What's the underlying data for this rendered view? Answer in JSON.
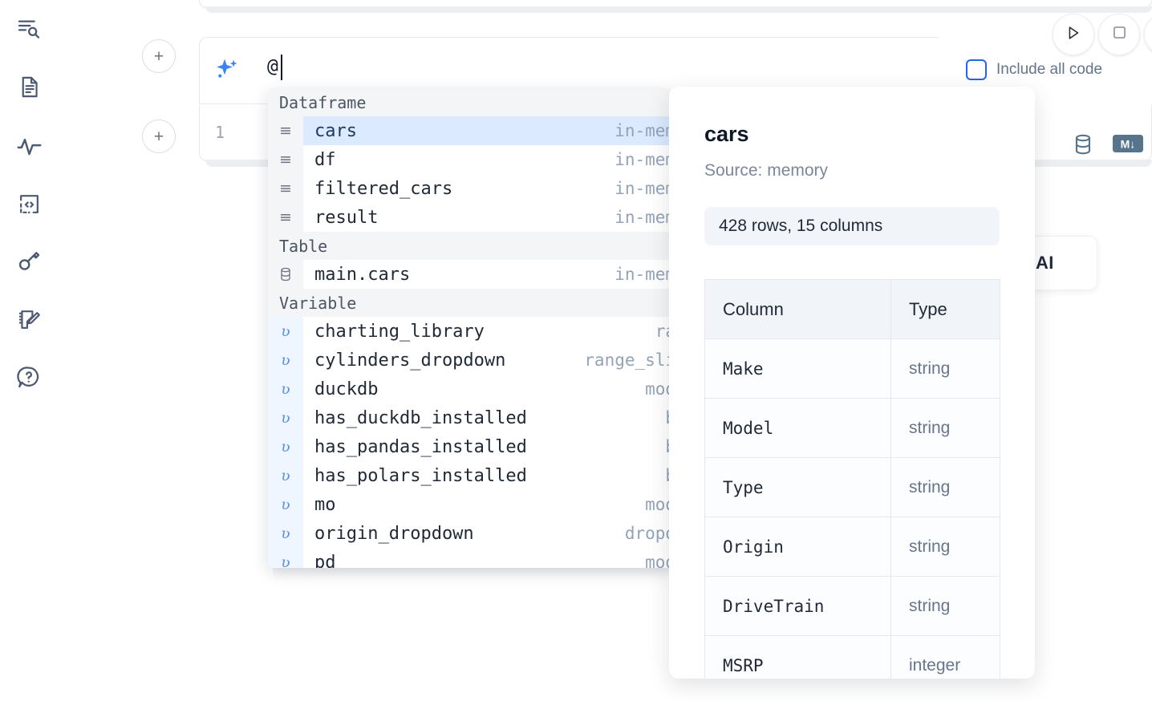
{
  "sidebar": {
    "items": [
      {
        "name": "outline-search-icon",
        "label": "Explore"
      },
      {
        "name": "document-icon",
        "label": "Notebook"
      },
      {
        "name": "activity-pulse-icon",
        "label": "Activity"
      },
      {
        "name": "code-snippet-icon",
        "label": "Snippets"
      },
      {
        "name": "key-icon",
        "label": "Secrets"
      },
      {
        "name": "scratchpad-edit-icon",
        "label": "Scratchpad"
      },
      {
        "name": "help-chat-icon",
        "label": "Help"
      }
    ]
  },
  "toolbar": {
    "add_cell_label": "+",
    "run_label": "Run",
    "stop_label": "Stop",
    "more_label": "More",
    "include_all_code_label": "Include all code",
    "include_all_code_checked": false,
    "database_icon": "database-icon",
    "markdown_icon": "markdown-icon",
    "ai_float_label": "AI"
  },
  "prompt": {
    "value": "@",
    "sparkle_icon": "ai-sparkle-icon"
  },
  "code_cell": {
    "line_number": "1"
  },
  "autocomplete": {
    "sections": [
      {
        "label": "Dataframe",
        "gutter_kind": "dataframe",
        "items": [
          {
            "name": "cars",
            "kind": "in-memory",
            "selected": true
          },
          {
            "name": "df",
            "kind": "in-memory",
            "selected": false
          },
          {
            "name": "filtered_cars",
            "kind": "in-memory",
            "selected": false
          },
          {
            "name": "result",
            "kind": "in-memory",
            "selected": false
          }
        ]
      },
      {
        "label": "Table",
        "gutter_kind": "table",
        "items": [
          {
            "name": "main.cars",
            "kind": "in-memory",
            "selected": false
          }
        ]
      },
      {
        "label": "Variable",
        "gutter_kind": "variable",
        "items": [
          {
            "name": "charting_library",
            "kind": "radio",
            "selected": false
          },
          {
            "name": "cylinders_dropdown",
            "kind": "range_slider",
            "selected": false
          },
          {
            "name": "duckdb",
            "kind": "module",
            "selected": false
          },
          {
            "name": "has_duckdb_installed",
            "kind": "bool",
            "selected": false
          },
          {
            "name": "has_pandas_installed",
            "kind": "bool",
            "selected": false
          },
          {
            "name": "has_polars_installed",
            "kind": "bool",
            "selected": false
          },
          {
            "name": "mo",
            "kind": "module",
            "selected": false
          },
          {
            "name": "origin_dropdown",
            "kind": "dropdown",
            "selected": false
          },
          {
            "name": "pd",
            "kind": "module",
            "selected": false
          }
        ]
      }
    ]
  },
  "doc_panel": {
    "title": "cars",
    "source": "Source: memory",
    "shape": "428 rows, 15 columns",
    "columns_header": "Column",
    "type_header": "Type",
    "rows": [
      {
        "column": "Make",
        "type": "string"
      },
      {
        "column": "Model",
        "type": "string"
      },
      {
        "column": "Type",
        "type": "string"
      },
      {
        "column": "Origin",
        "type": "string"
      },
      {
        "column": "DriveTrain",
        "type": "string"
      },
      {
        "column": "MSRP",
        "type": "integer"
      }
    ]
  },
  "colors": {
    "accent_blue": "#2563eb",
    "selected_row_bg": "#dbeafe",
    "variable_gutter_bg": "#eff6ff",
    "section_bg": "#f4f5f7",
    "muted_text": "#94a3b8"
  }
}
